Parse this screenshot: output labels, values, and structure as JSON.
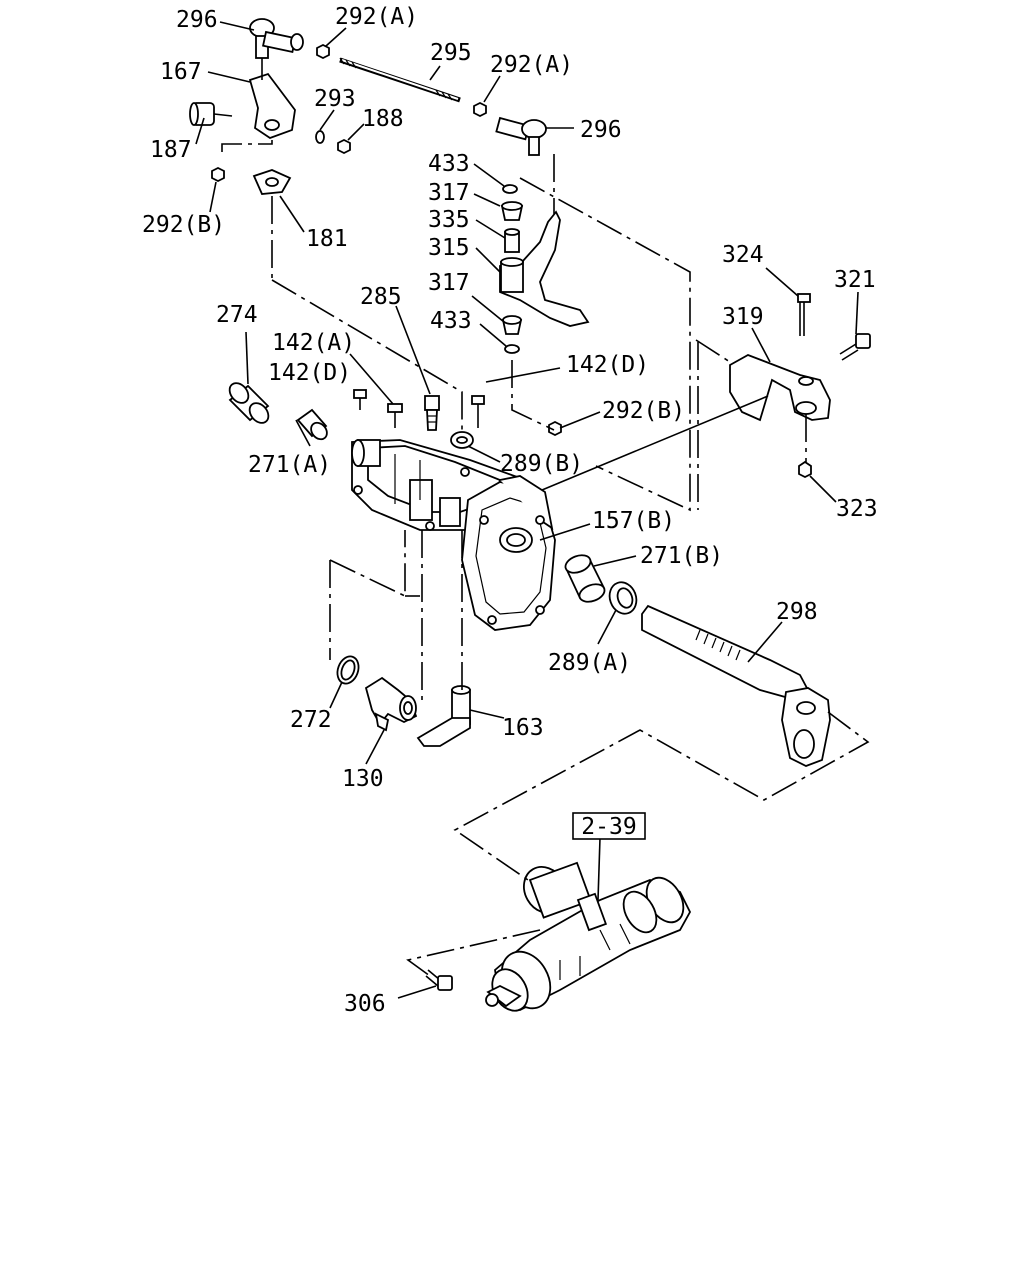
{
  "diagram": {
    "reference_box": "2-39",
    "labels": {
      "l296a": "296",
      "l292a1": "292(A)",
      "l167": "167",
      "l295": "295",
      "l292a2": "292(A)",
      "l293": "293",
      "l188": "188",
      "l187": "187",
      "l296b": "296",
      "l292b1": "292(B)",
      "l181": "181",
      "l433a": "433",
      "l317a": "317",
      "l335": "335",
      "l315": "315",
      "l317b": "317",
      "l433b": "433",
      "l324": "324",
      "l321": "321",
      "l319": "319",
      "l285": "285",
      "l274": "274",
      "l142a": "142(A)",
      "l142d1": "142(D)",
      "l142d2": "142(D)",
      "l292b2": "292(B)",
      "l271a": "271(A)",
      "l289b": "289(B)",
      "l323": "323",
      "l157b": "157(B)",
      "l271b": "271(B)",
      "l298": "298",
      "l289a": "289(A)",
      "l272": "272",
      "l163": "163",
      "l130": "130",
      "l306": "306"
    }
  }
}
